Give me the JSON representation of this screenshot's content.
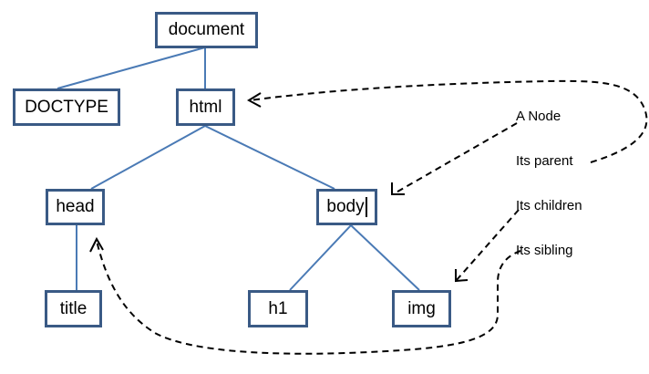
{
  "nodes": {
    "document": "document",
    "doctype": "DOCTYPE",
    "html": "html",
    "head": "head",
    "body": "body",
    "title": "title",
    "h1": "h1",
    "img": "img"
  },
  "labels": {
    "node": "A Node",
    "parent": "Its parent",
    "children": "Its children",
    "sibling": "Its sibling"
  },
  "colors": {
    "box_border": "#3a5a85",
    "tree_line": "#4a7ab5",
    "arrow": "#000000"
  }
}
